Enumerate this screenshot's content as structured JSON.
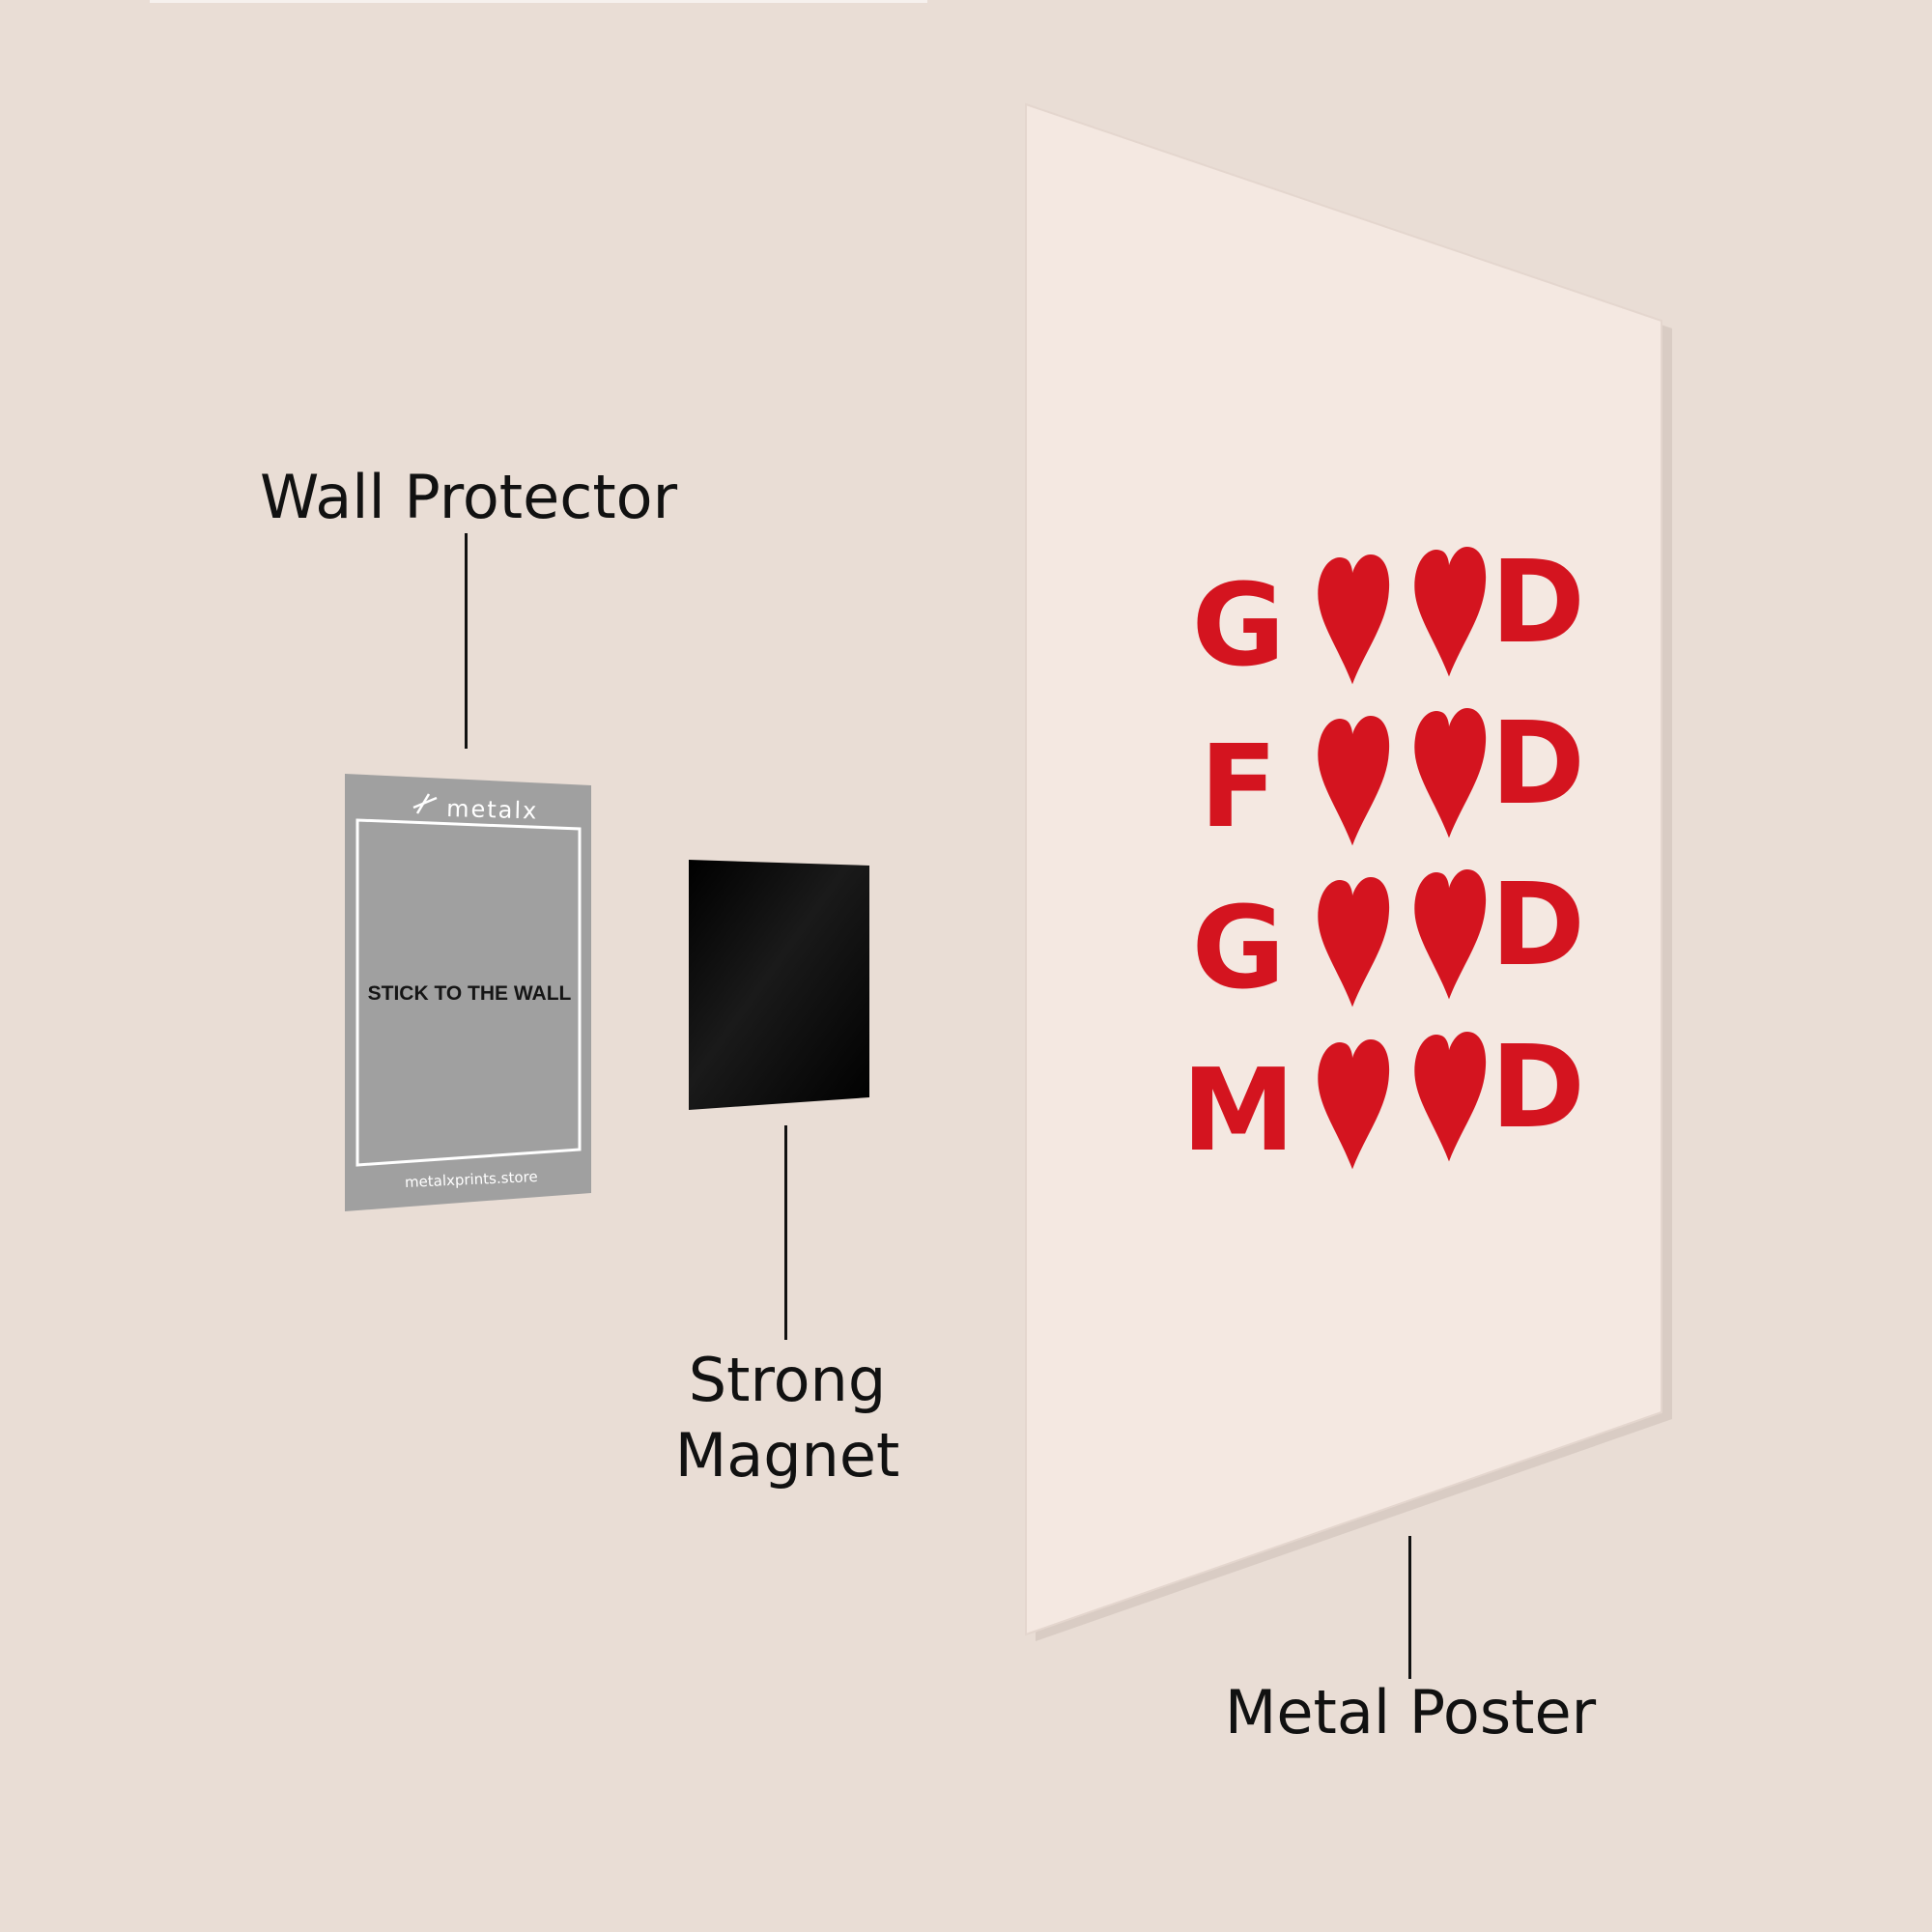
{
  "labels": {
    "wall_protector": "Wall Protector",
    "strong_magnet_line1": "Strong",
    "strong_magnet_line2": "Magnet",
    "metal_poster": "Metal Poster"
  },
  "wall_protector_card": {
    "brand": "metalx",
    "instruction": "STICK TO THE WALL",
    "website": "metalxprints.store"
  },
  "poster": {
    "rows": [
      {
        "letters": [
          "G",
          "♥",
          "♥",
          "D"
        ]
      },
      {
        "letters": [
          "F",
          "♥",
          "♥",
          "D"
        ]
      },
      {
        "letters": [
          "G",
          "♥",
          "♥",
          "D"
        ]
      },
      {
        "letters": [
          "M",
          "♥",
          "♥",
          "D"
        ]
      }
    ]
  },
  "colors": {
    "background": "#e9ddd5",
    "poster_surface": "#f4e8e1",
    "poster_ink": "#d4141f",
    "protector_gray": "#a0a0a0",
    "magnet_black": "#050505",
    "label_text": "#111111"
  },
  "icons": {
    "brand_logo": "metalx-logo-icon",
    "heart": "heart-icon"
  }
}
